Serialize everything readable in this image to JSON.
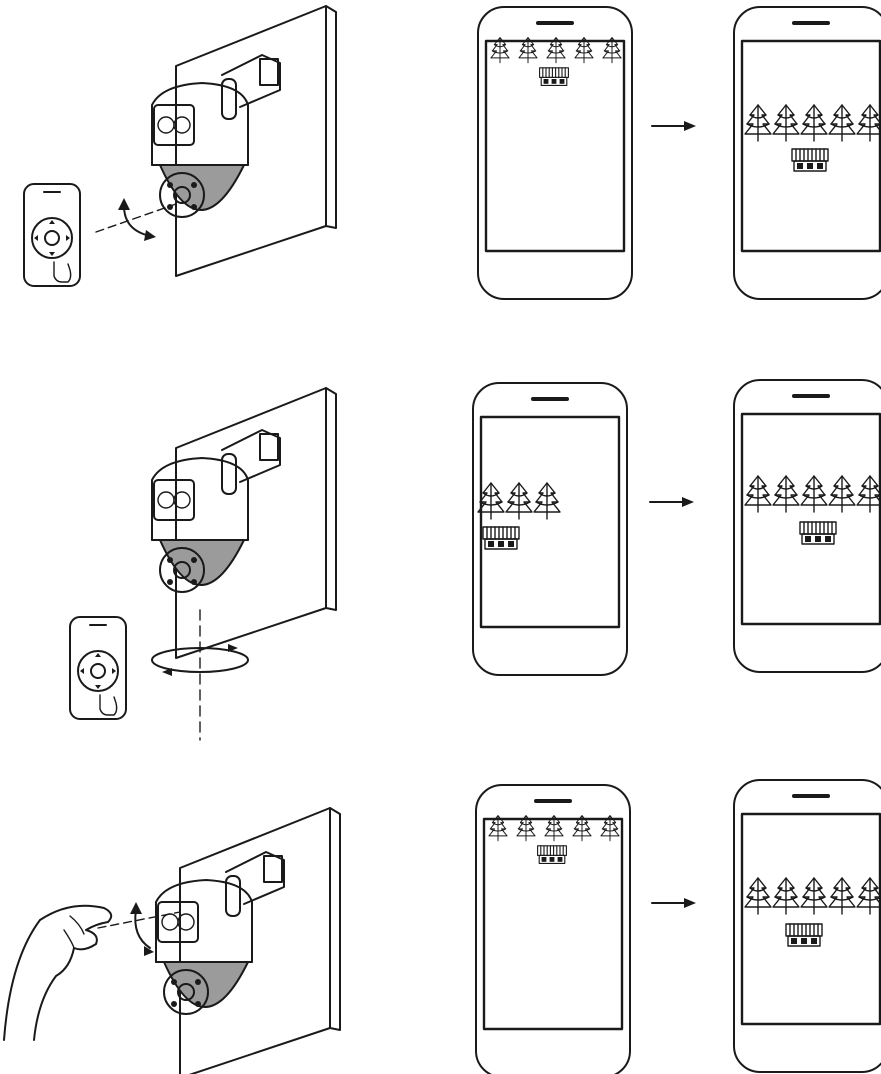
{
  "steps": [
    {
      "id": "tilt-remote",
      "control": "app",
      "motion": "tilt",
      "before_view": "top-edge",
      "after_view": "centered"
    },
    {
      "id": "pan-remote",
      "control": "app",
      "motion": "pan",
      "before_view": "left-edge",
      "after_view": "centered"
    },
    {
      "id": "tilt-manual",
      "control": "hand",
      "motion": "tilt",
      "before_view": "top-edge",
      "after_view": "centered"
    }
  ],
  "colors": {
    "line": "#1a1a1a",
    "gray_lens_housing": "#9b9b9b",
    "background": "#ffffff"
  },
  "icons": [
    "phone-remote-icon",
    "hand-icon",
    "arrow-right-icon",
    "tree-icon",
    "house-icon",
    "rotate-arrow-icon"
  ]
}
